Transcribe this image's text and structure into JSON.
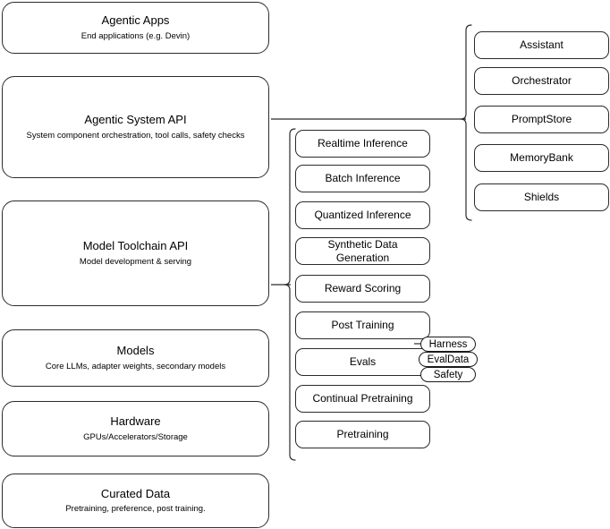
{
  "diagram": {
    "title": "AI stack layered architecture diagram",
    "stroke_color": "#2b2b2b",
    "background_color": "#ffffff",
    "accent_color": "#000000"
  },
  "layers": [
    {
      "name": "agentic-apps",
      "title": "Agentic Apps",
      "subtitle": "End applications (e.g. Devin)"
    },
    {
      "name": "agentic-system-api",
      "title": "Agentic System API",
      "subtitle": "System component orchestration, tool calls, safety checks"
    },
    {
      "name": "model-toolchain-api",
      "title": "Model Toolchain API",
      "subtitle": "Model development & serving"
    },
    {
      "name": "models",
      "title": "Models",
      "subtitle": "Core LLMs, adapter weights, secondary models"
    },
    {
      "name": "hardware",
      "title": "Hardware",
      "subtitle": "GPUs/Accelerators/Storage"
    },
    {
      "name": "curated-data",
      "title": "Curated Data",
      "subtitle": "Pretraining, preference, post training."
    }
  ],
  "toolchain_components": [
    {
      "name": "realtime-inference",
      "label": "Realtime Inference"
    },
    {
      "name": "batch-inference",
      "label": "Batch Inference"
    },
    {
      "name": "quantized-inference",
      "label": "Quantized Inference"
    },
    {
      "name": "synthetic-data-generation",
      "label": "Synthetic Data Generation"
    },
    {
      "name": "reward-scoring",
      "label": "Reward Scoring"
    },
    {
      "name": "post-training",
      "label": "Post Training"
    },
    {
      "name": "evals",
      "label": "Evals"
    },
    {
      "name": "continual-pretraining",
      "label": "Continual Pretraining"
    },
    {
      "name": "pretraining",
      "label": "Pretraining"
    }
  ],
  "system_components": [
    {
      "name": "assistant",
      "label": "Assistant"
    },
    {
      "name": "orchestrator",
      "label": "Orchestrator"
    },
    {
      "name": "promptstore",
      "label": "PromptStore"
    },
    {
      "name": "memorybank",
      "label": "MemoryBank"
    },
    {
      "name": "shields",
      "label": "Shields"
    }
  ],
  "evals_pills": [
    {
      "name": "harness",
      "label": "Harness"
    },
    {
      "name": "evaldata",
      "label": "EvalData"
    },
    {
      "name": "safety",
      "label": "Safety"
    }
  ]
}
